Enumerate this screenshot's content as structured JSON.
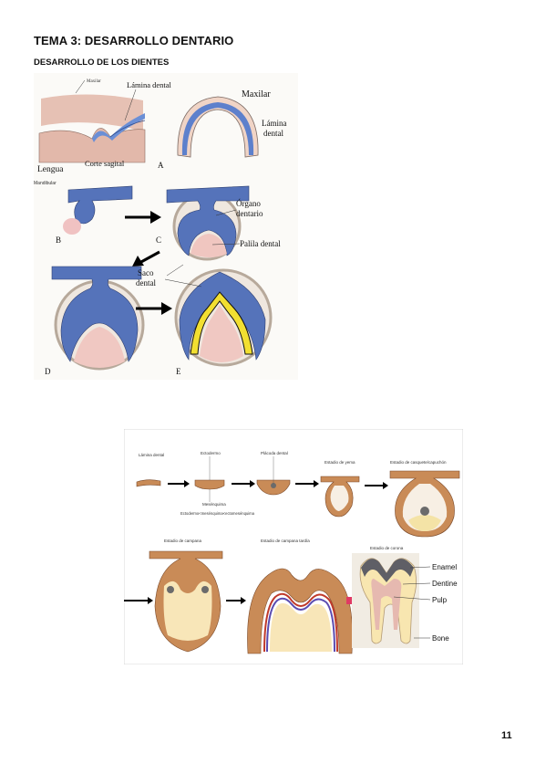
{
  "header": {
    "title": "TEMA 3: DESARROLLO DENTARIO",
    "subtitle": "DESARROLLO DE LOS DIENTES"
  },
  "figure1": {
    "labels": {
      "maxilar_small": "Maxilar",
      "lamina_dental": "Lámina dental",
      "maxilar": "Maxilar",
      "lamina": "Lámina",
      "dental": "dental",
      "lengua": "Lengua",
      "corte_sagital": "Corte sagital",
      "mandibular": "Mandibular",
      "a": "A",
      "b": "B",
      "c": "C",
      "d": "D",
      "e": "E",
      "organo": "Órgano",
      "dentario": "dentario",
      "papila": "Palila dental",
      "saco": "Saco",
      "saco_dental": "dental"
    }
  },
  "figure2": {
    "labels": {
      "lamina_dental": "Lámina dental",
      "ectodermo": "Ectodermo",
      "placoda_dental": "Plácoda dental",
      "estadio_yema": "Estadio de yema",
      "estadio_casquete": "Estadio de casquete/capuchón",
      "mesenquima": "Mesénquima",
      "interaccion": "Ectodermo<mesénquima<ectomesénquima",
      "estadio_campana": "Estadio de campana",
      "estadio_campana_tardia": "Estadio de campana tardía",
      "estadio_corona": "Estadio de corona",
      "enamel": "Enamel",
      "dentine": "Dentine",
      "pulp": "Pulp",
      "bone": "Bone"
    }
  },
  "footer": {
    "page_number": "11"
  }
}
